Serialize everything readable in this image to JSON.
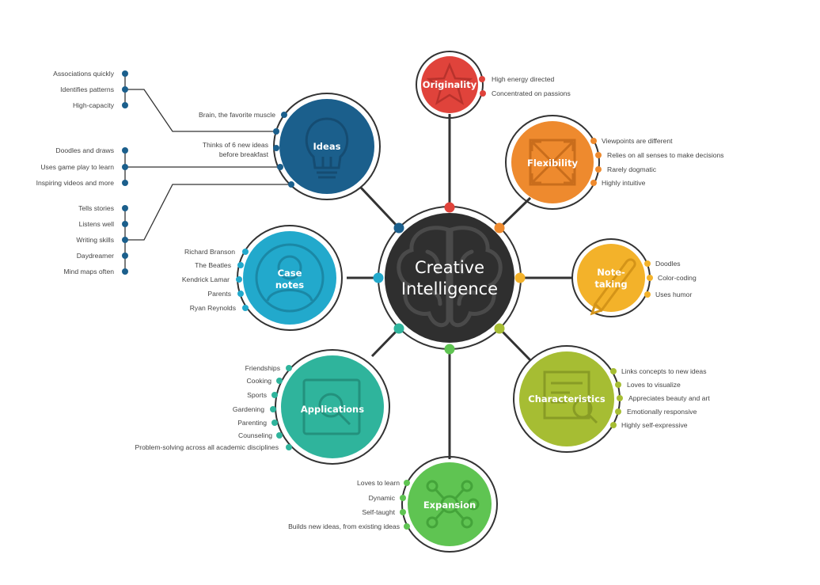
{
  "center": {
    "line1": "Creative",
    "line2": "Intelligence",
    "color": "#2f2f2f"
  },
  "nodes": {
    "originality": {
      "title": "Originality",
      "color": "#e0433b",
      "items": [
        "High energy directed",
        "Concentrated on passions"
      ],
      "icon": "star-icon"
    },
    "flexibility": {
      "title": "Flexibility",
      "color": "#ee8a2e",
      "items": [
        "Viewpoints are different",
        "Relies on all senses to make decisions",
        "Rarely dogmatic",
        "Highly intuitive"
      ],
      "icon": "expand-arrows-icon"
    },
    "notetaking": {
      "title_line1": "Note-",
      "title_line2": "taking",
      "color": "#f3b22a",
      "items": [
        "Doodles",
        "Color-coding",
        "Uses humor"
      ],
      "icon": "pen-icon"
    },
    "characteristics": {
      "title": "Characteristics",
      "color": "#a6bd33",
      "items": [
        "Links concepts to new ideas",
        "Loves to visualize",
        "Appreciates beauty and art",
        "Emotionally responsive",
        "Highly self-expressive"
      ],
      "icon": "document-search-icon"
    },
    "expansion": {
      "title": "Expansion",
      "color": "#5fc452",
      "items": [
        "Loves to learn",
        "Dynamic",
        "Self-taught",
        "Builds new ideas, from existing ideas"
      ],
      "icon": "network-icon"
    },
    "applications": {
      "title": "Applications",
      "color": "#2fb49c",
      "items": [
        "Friendships",
        "Cooking",
        "Sports",
        "Gardening",
        "Parenting",
        "Counseling",
        "Problem-solving across all academic disciplines"
      ],
      "icon": "magnifier-icon"
    },
    "casenotes": {
      "title_line1": "Case",
      "title_line2": "notes",
      "color": "#22a9cc",
      "items": [
        "Richard Branson",
        "The Beatles",
        "Kendrick Lamar",
        "Parents",
        "Ryan Reynolds"
      ],
      "icon": "person-icon"
    },
    "ideas": {
      "title": "Ideas",
      "color": "#1b5f8c",
      "icon": "lightbulb-icon",
      "items": [
        "Brain, the favorite muscle",
        "Thinks of 6 new ideas",
        "before breakfast"
      ],
      "groups": [
        [
          "Associations quickly",
          "Identifies patterns",
          "High-capacity"
        ],
        [
          "Doodles and draws",
          "Uses game play to learn",
          "Inspiring videos and more"
        ],
        [
          "Tells stories",
          "Listens well",
          "Writing skills",
          "Daydreamer",
          "Mind maps often"
        ]
      ]
    }
  }
}
